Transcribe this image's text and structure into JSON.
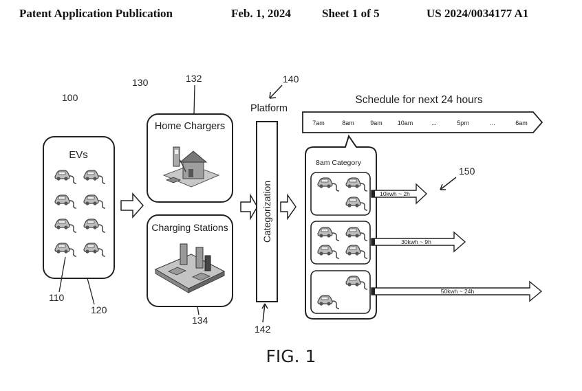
{
  "header": {
    "publication": "Patent Application Publication",
    "date": "Feb. 1, 2024",
    "sheet": "Sheet 1 of 5",
    "number": "US 2024/0034177 A1"
  },
  "refs": {
    "system": "100",
    "ev": "110",
    "ev_group": "120",
    "chargers_group": "130",
    "home_chargers": "132",
    "charging_stations": "134",
    "platform": "140",
    "categorization": "142",
    "schedule_output": "150"
  },
  "evs": {
    "title": "EVs"
  },
  "home_chargers": {
    "title": "Home Chargers"
  },
  "charging_stations": {
    "title": "Charging Stations"
  },
  "platform": {
    "title": "Platform",
    "module": "Categorization"
  },
  "schedule": {
    "title": "Schedule for next 24 hours",
    "times": [
      "7am",
      "8am",
      "9am",
      "10am",
      "...",
      "5pm",
      "...",
      "6am"
    ]
  },
  "category": {
    "title": "8am Category",
    "rows": [
      {
        "label": "10kwh ~ 2h"
      },
      {
        "label": "30kwh ~ 9h"
      },
      {
        "label": "50kwh ~ 24h"
      }
    ]
  },
  "caption": "FIG. 1"
}
